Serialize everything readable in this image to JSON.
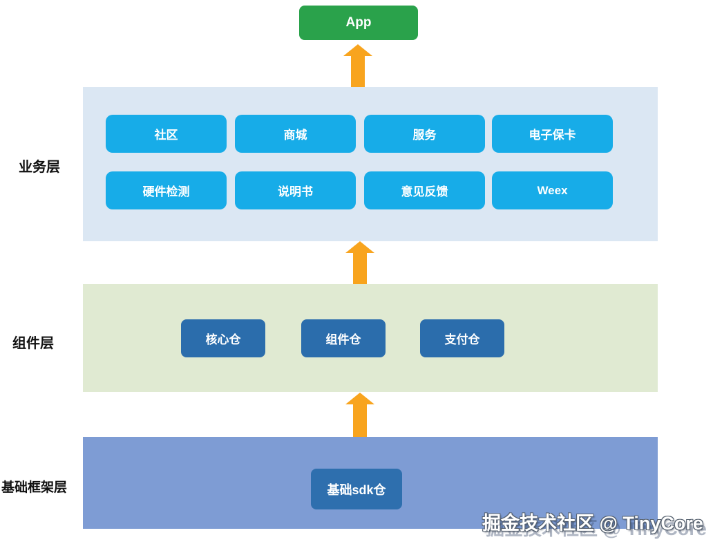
{
  "app": {
    "label": "App"
  },
  "layers": [
    {
      "name": "业务层",
      "buttons": [
        "社区",
        "商城",
        "服务",
        "电子保卡",
        "硬件检测",
        "说明书",
        "意见反馈",
        "Weex"
      ]
    },
    {
      "name": "组件层",
      "buttons": [
        "核心仓",
        "组件仓",
        "支付仓"
      ]
    },
    {
      "name": "基础框架层",
      "buttons": [
        "基础sdk仓"
      ]
    }
  ],
  "watermark": {
    "text": "掘金技术社区 @ TinyCore"
  },
  "colors": {
    "app_green": "#2aa24b",
    "arrow_orange": "#f8a41e",
    "business_bg": "#dbe7f3",
    "business_btn": "#17ace8",
    "component_bg": "#e0ead2",
    "component_btn": "#2b6dac",
    "foundation_bg": "#7e9cd4",
    "foundation_btn": "#2e6fae",
    "label_text": "#111111",
    "btn_text": "#ffffff"
  }
}
